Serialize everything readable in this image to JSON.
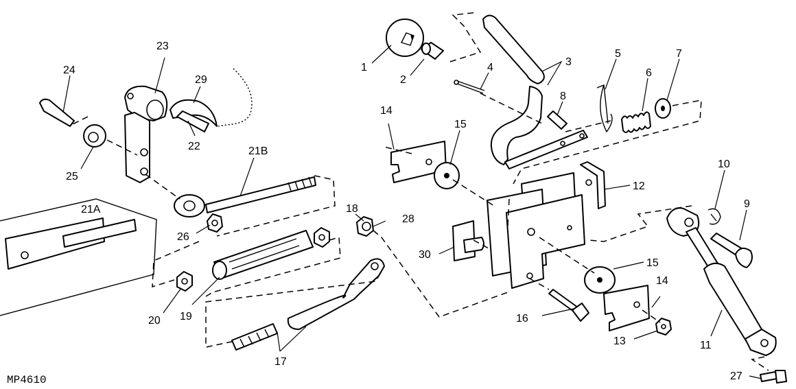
{
  "figure": {
    "id": "MP4610"
  },
  "callouts": [
    {
      "key": "c1",
      "text": "1"
    },
    {
      "key": "c2",
      "text": "2"
    },
    {
      "key": "c3",
      "text": "3"
    },
    {
      "key": "c4",
      "text": "4"
    },
    {
      "key": "c5",
      "text": "5"
    },
    {
      "key": "c6",
      "text": "6"
    },
    {
      "key": "c7",
      "text": "7"
    },
    {
      "key": "c8",
      "text": "8"
    },
    {
      "key": "c9",
      "text": "9"
    },
    {
      "key": "c10",
      "text": "10"
    },
    {
      "key": "c11",
      "text": "11"
    },
    {
      "key": "c12",
      "text": "12"
    },
    {
      "key": "c13",
      "text": "13"
    },
    {
      "key": "c14a",
      "text": "14"
    },
    {
      "key": "c14b",
      "text": "14"
    },
    {
      "key": "c15a",
      "text": "15"
    },
    {
      "key": "c15b",
      "text": "15"
    },
    {
      "key": "c16",
      "text": "16"
    },
    {
      "key": "c17",
      "text": "17"
    },
    {
      "key": "c18",
      "text": "18"
    },
    {
      "key": "c19",
      "text": "19"
    },
    {
      "key": "c20",
      "text": "20"
    },
    {
      "key": "c21A",
      "text": "21A"
    },
    {
      "key": "c21B",
      "text": "21B"
    },
    {
      "key": "c22",
      "text": "22"
    },
    {
      "key": "c23",
      "text": "23"
    },
    {
      "key": "c24",
      "text": "24"
    },
    {
      "key": "c25",
      "text": "25"
    },
    {
      "key": "c26",
      "text": "26"
    },
    {
      "key": "c27",
      "text": "27"
    },
    {
      "key": "c28",
      "text": "28"
    },
    {
      "key": "c29",
      "text": "29"
    },
    {
      "key": "c30",
      "text": "30"
    }
  ]
}
